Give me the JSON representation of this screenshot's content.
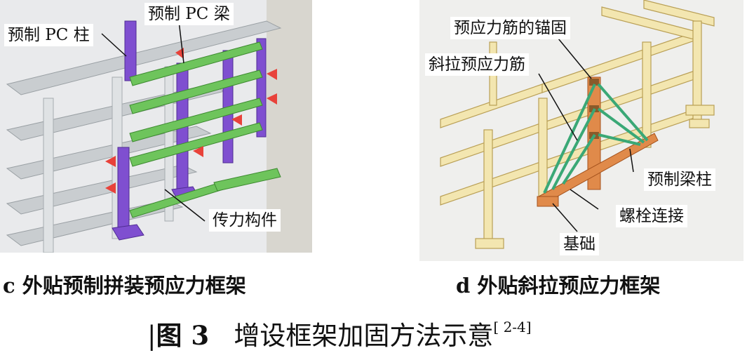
{
  "panel_c": {
    "labels": {
      "column": "预制 PC 柱",
      "beam": "预制 PC 梁",
      "transfer": "传力构件"
    },
    "caption": "c  外贴预制拼装预应力框架",
    "colors": {
      "column": "#7f4fd0",
      "beam": "#6ec45c",
      "arrow": "#e8423a",
      "building": "#c9cdd0"
    }
  },
  "panel_d": {
    "labels": {
      "anchor": "预应力筋的锚固",
      "tendon": "斜拉预应力筋",
      "beam_column": "预制梁柱",
      "bolt": "螺栓连接",
      "foundation": "基础"
    },
    "caption": "d 外贴斜拉预应力框架",
    "colors": {
      "frame": "#f3e6b0",
      "member": "#e08a4a",
      "tendon": "#3aa876"
    }
  },
  "figure": {
    "number": "图 3",
    "title": "增设框架加固方法示意",
    "ref": "[ 2-4]"
  }
}
